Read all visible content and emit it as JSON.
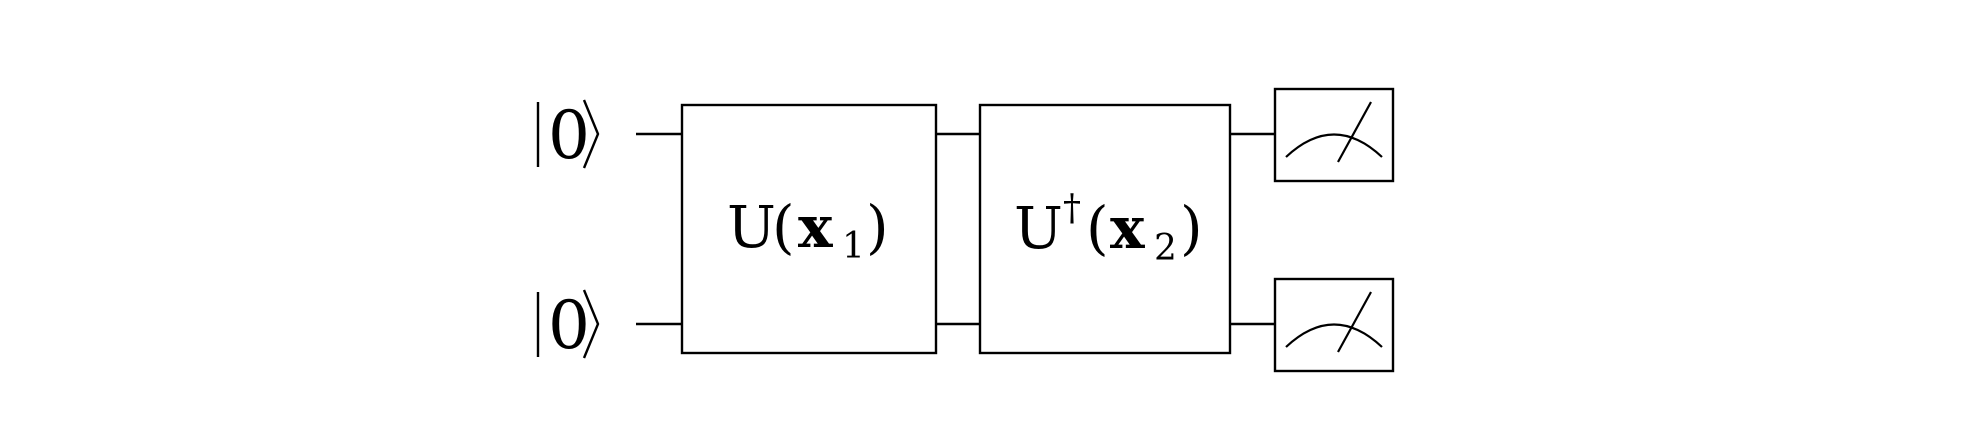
{
  "circuit": {
    "qubits": [
      {
        "state_label": "|0⟩"
      },
      {
        "state_label": "|0⟩"
      }
    ],
    "gates": [
      {
        "id": "u-x1",
        "label_main": "U",
        "label_dagger": "",
        "label_var": "x",
        "label_sub": "1"
      },
      {
        "id": "udagger-x2",
        "label_main": "U",
        "label_dagger": "†",
        "label_var": "x",
        "label_sub": "2"
      }
    ],
    "measurements": [
      {
        "qubit": 0
      },
      {
        "qubit": 1
      }
    ],
    "colors": {
      "stroke": "#000000",
      "background": "#ffffff"
    }
  }
}
